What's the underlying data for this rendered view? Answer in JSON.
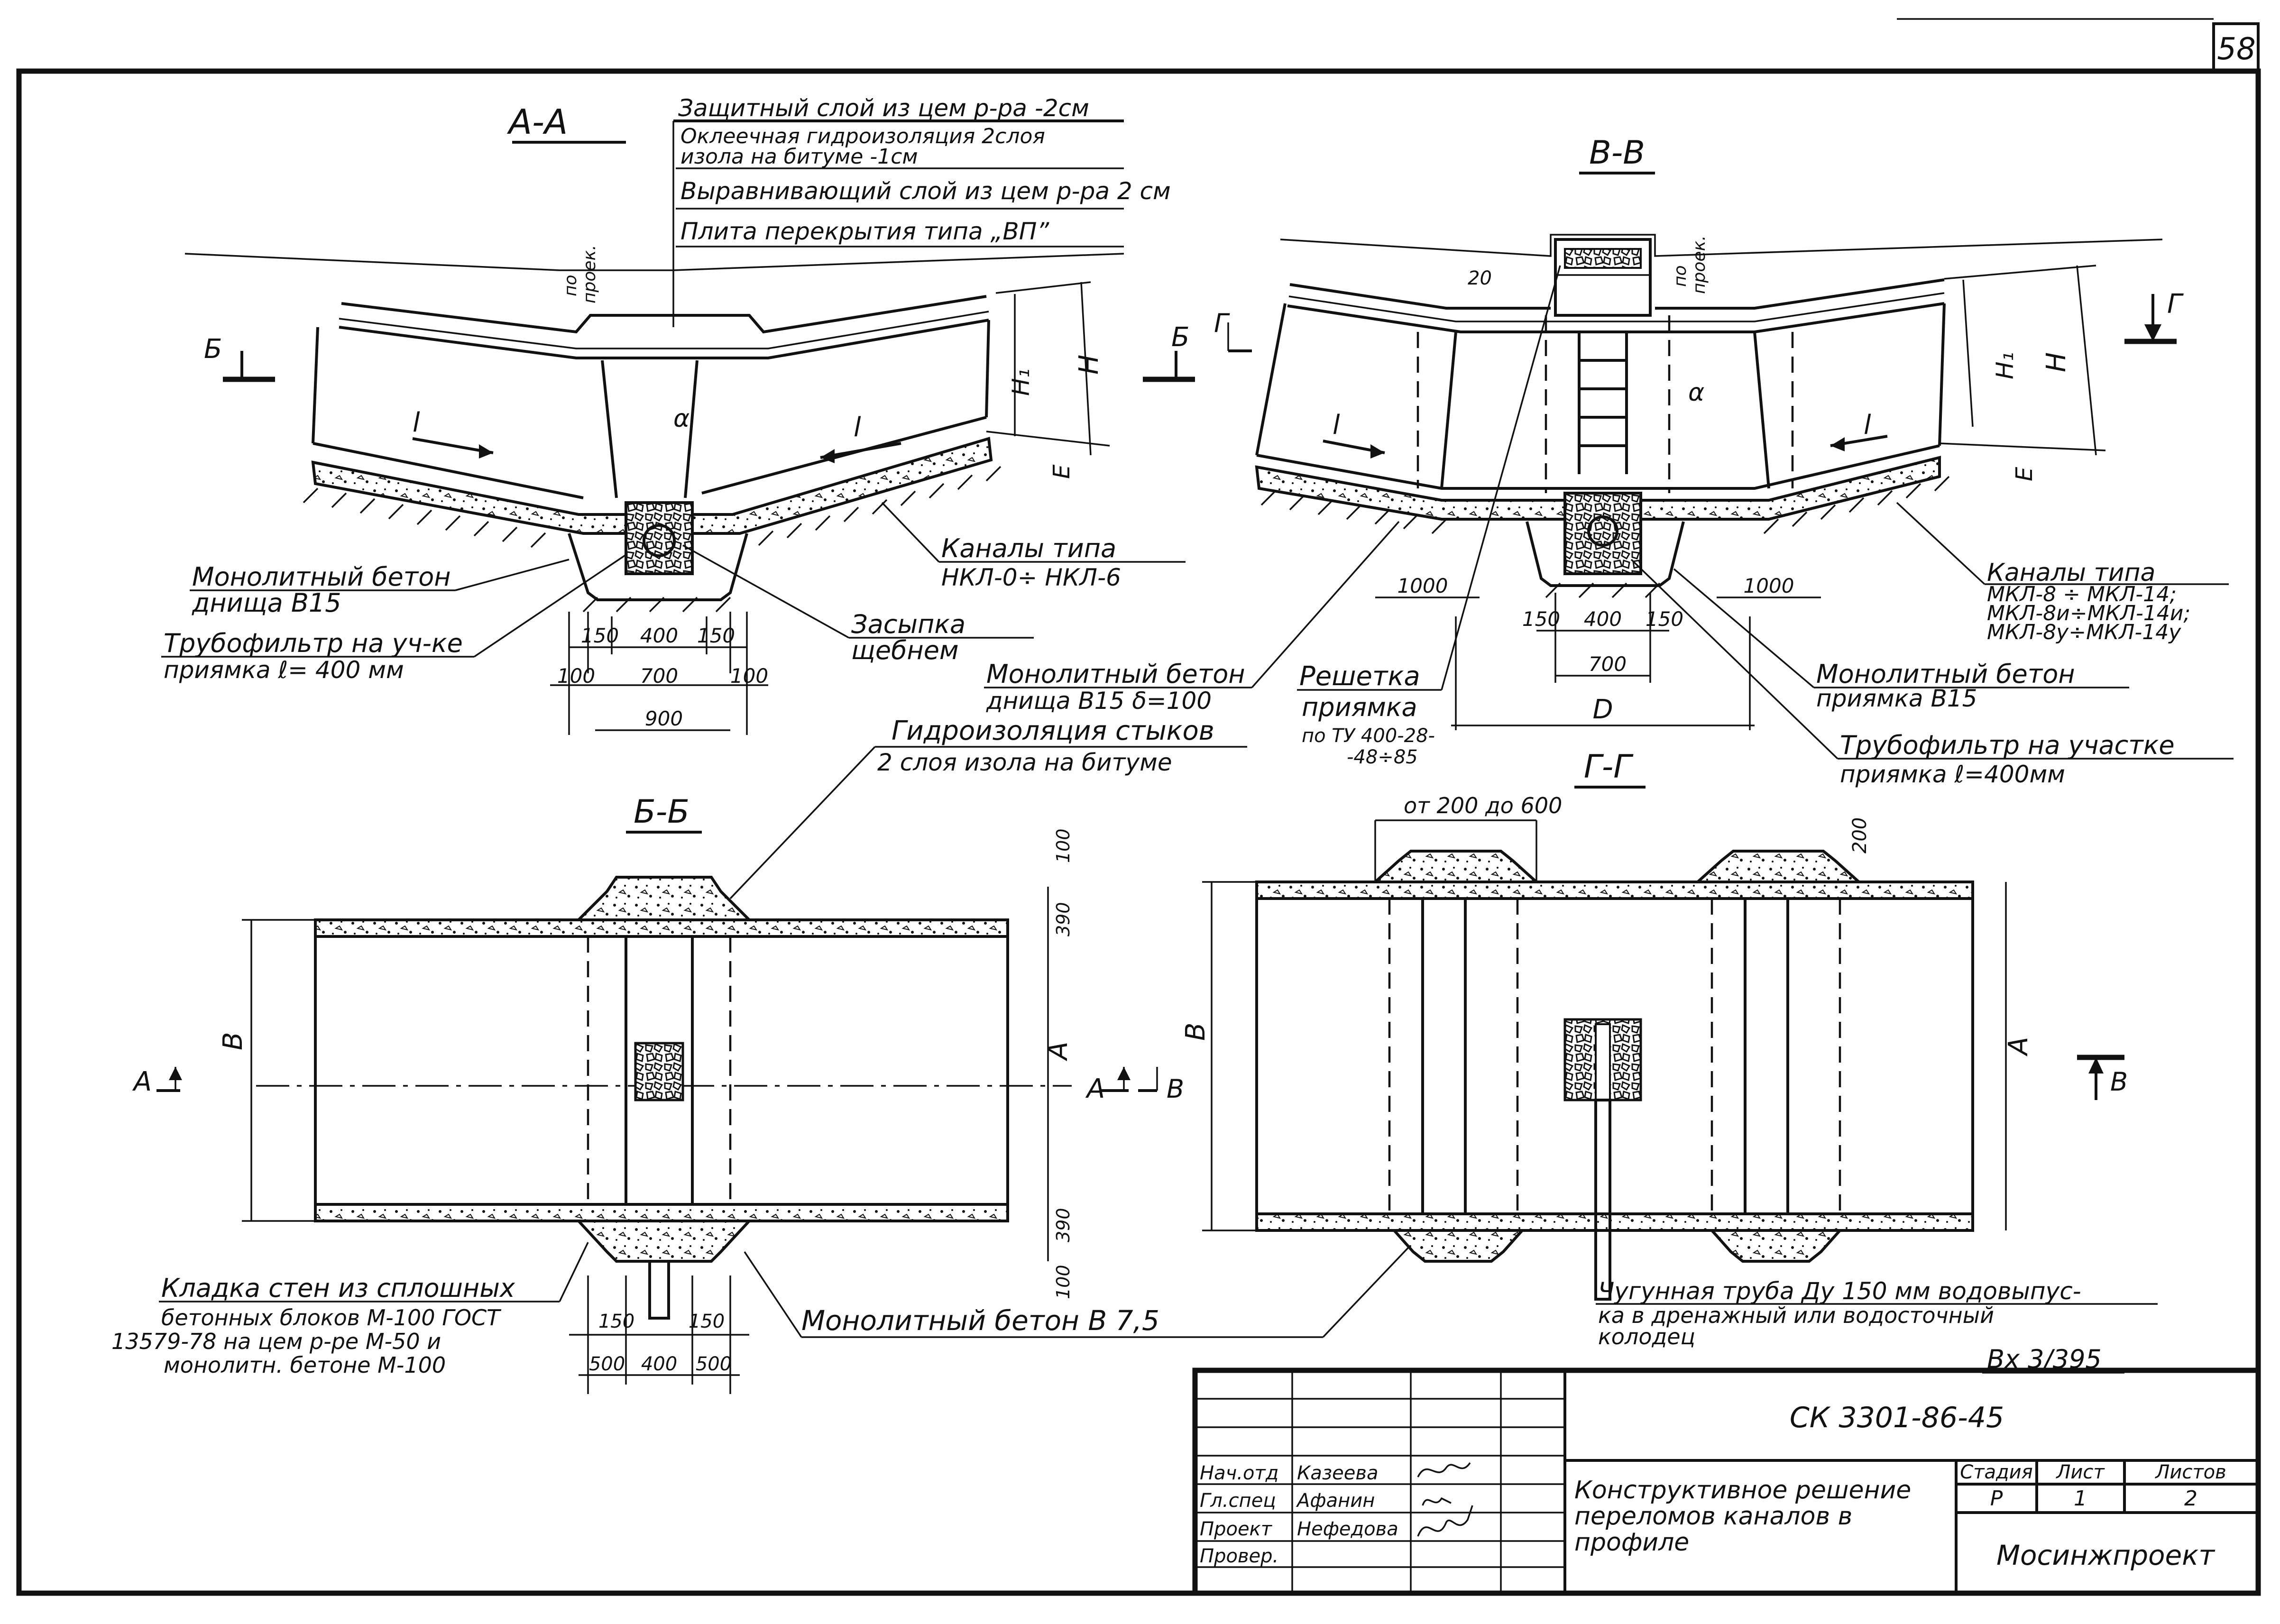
{
  "sheet": {
    "number": "58"
  },
  "section_aa": {
    "title": "А-А",
    "callouts": [
      "Защитный слой из цем р-ра -2см",
      "Оклеечная гидроизоляция 2слоя",
      "изола на битуме -1см",
      "Выравнивающий слой из цем р-ра  2 см",
      "Плита перекрытия типа „ВП”"
    ],
    "po_proektu": [
      "по",
      "проек."
    ],
    "cut_b": "Б",
    "l": "l",
    "alpha": "α",
    "dims": {
      "H1": "H₁",
      "H": "H",
      "E": "E",
      "d150a": "150",
      "d400": "400",
      "d150b": "150",
      "d100a": "100",
      "d700": "700",
      "d100b": "100",
      "d900": "900"
    },
    "labels": {
      "monolith_1": "Монолитный бетон",
      "monolith_2": "днища  В15",
      "filter_1": "Трубофильтр на уч-ке",
      "filter_2": "приямка  ℓ= 400 мм",
      "channels_1": "Каналы  типа",
      "channels_2": "НКЛ-0÷ НКЛ-6",
      "backfill_1": "Засыпка",
      "backfill_2": "щебнем"
    }
  },
  "section_vv": {
    "title": "В-В",
    "po_proektu": [
      "по",
      "проек."
    ],
    "cut_g": "Г",
    "cut_g1": "Г",
    "d20": "20",
    "l": "l",
    "alpha": "α",
    "dims": {
      "H1": "H₁",
      "H": "H",
      "E": "E",
      "d1000a": "1000",
      "d1000b": "1000",
      "d150a": "150",
      "d400": "400",
      "d150b": "150",
      "d700": "700",
      "D": "D"
    },
    "labels": {
      "channels_1": "Каналы  типа",
      "channels_2": "МКЛ-8 ÷ МКЛ-14;",
      "channels_3": "МКЛ-8и÷МКЛ-14и;",
      "channels_4": "МКЛ-8у÷МКЛ-14у",
      "monolith_1": "Монолитный бетон",
      "monolith_2": "приямка  В15",
      "filter_1": "Трубофильтр на участке",
      "filter_2": "приямка  ℓ=400мм",
      "bottom_1": "Монолитный бетон",
      "bottom_2": "днища  В15  δ=100",
      "grate_1": "Решетка",
      "grate_2": "приямка",
      "grate_3": "по ТУ 400-28-",
      "grate_4": "-48÷85"
    }
  },
  "section_bb": {
    "title": "Б-Б",
    "joint_1": "Гидроизоляция стыков",
    "joint_2": "2 слоя изола на битуме",
    "B": "B",
    "A": "A",
    "cut_a": "A",
    "dims": {
      "t100a": "100",
      "t390a": "390",
      "t390b": "390",
      "t100b": "100",
      "d150a": "150",
      "d150b": "150",
      "d500a": "500",
      "d400": "400",
      "d500b": "500"
    },
    "labels": {
      "masonry_1": "Кладка  стен из сплошных",
      "masonry_2": "бетонных блоков  М-100 ГОСТ",
      "masonry_3": "13579-78    на цем р-ре  М-50 и",
      "masonry_4": "монолитн. бетоне  М-100",
      "concrete": "Монолитный   бетон    В 7,5"
    }
  },
  "section_gg": {
    "title": "Г-Г",
    "span": "от 200 до 600",
    "d200": "200",
    "B": "B",
    "A": "A",
    "cut_a": "A",
    "cut_v_left": "B",
    "cut_v_right": "B",
    "pipe_1": "Чугунная труба  Ду 150 мм  водовыпус-",
    "pipe_2": "ка в дренажный или водосточный",
    "pipe_3": "колодец",
    "ref": "Вх 3/395"
  },
  "title_block": {
    "code": "СК 3301-86-45",
    "title_1": "Конструктивное решение",
    "title_2": "переломов  каналов  в",
    "title_3": "профиле",
    "stage_h": "Стадия",
    "sheet_h": "Лист",
    "sheets_h": "Листов",
    "stage": "Р",
    "sheet": "1",
    "sheets": "2",
    "org": "Мосинжпроект",
    "roles": [
      "Нач.отд",
      "Гл.спец",
      "Проект",
      "Провер."
    ],
    "names": [
      "Казеева",
      "Афанин",
      "Нефедова",
      ""
    ]
  }
}
